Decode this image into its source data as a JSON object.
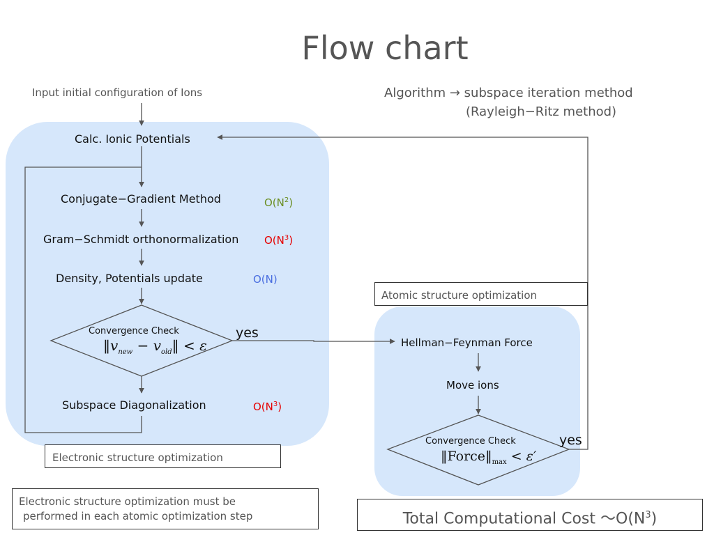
{
  "title": "Flow chart",
  "input_label": "Input initial configuration of Ions",
  "algorithm": {
    "line1": "Algorithm → subspace iteration method",
    "line2": "(Rayleigh−Ritz method)"
  },
  "electronic": {
    "steps": {
      "calc": "Calc. Ionic Potentials",
      "cg": "Conjugate−Gradient Method",
      "gs": "Gram−Schmidt orthonormalization",
      "density": "Density, Potentials update",
      "subspace": "Subspace Diagonalization"
    },
    "costs": {
      "cg": {
        "base": "O(N",
        "exp": "2",
        "close": ")",
        "color": "#6b8e23"
      },
      "gs": {
        "base": "O(N",
        "exp": "3",
        "close": ")",
        "color": "#e60000"
      },
      "density": {
        "text": "O(N)",
        "color": "#4a6ee0"
      },
      "subspace": {
        "base": "O(N",
        "exp": "3",
        "close": ")",
        "color": "#e60000"
      }
    },
    "check": {
      "title": "Convergence Check",
      "v_new": "v",
      "new_sub": "new",
      "minus": "−",
      "v_old": "v",
      "old_sub": "old",
      "lt": "<",
      "eps": "ε"
    },
    "yes": "yes",
    "box_label": "Electronic structure optimization"
  },
  "atomic": {
    "box_label": "Atomic structure optimization",
    "steps": {
      "force": "Hellman−Feynman Force",
      "move": "Move ions"
    },
    "check": {
      "title": "Convergence Check",
      "force": "Force",
      "max_sub": "max",
      "lt": "<",
      "eps": "ε′"
    },
    "yes": "yes"
  },
  "note": {
    "line1": "Electronic structure optimization must be",
    "line2": "performed in each atomic optimization step"
  },
  "total": {
    "base": "Total Computational Cost ～O(N",
    "exp": "3",
    "close": ")"
  },
  "colors": {
    "region": "#d6e7fb",
    "line": "#555555"
  }
}
